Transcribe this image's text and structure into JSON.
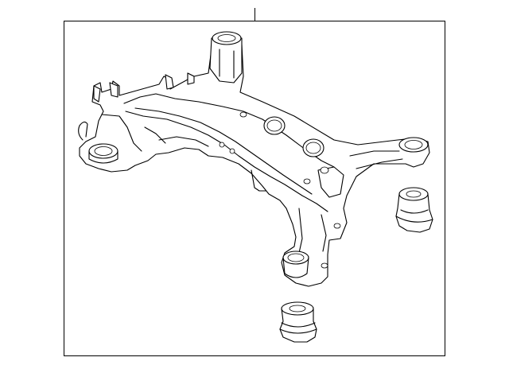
{
  "diagram": {
    "stroke_color": "#000000",
    "background_color": "#ffffff",
    "parts": [
      "subframe",
      "front-bushing",
      "rear-bushing"
    ]
  }
}
